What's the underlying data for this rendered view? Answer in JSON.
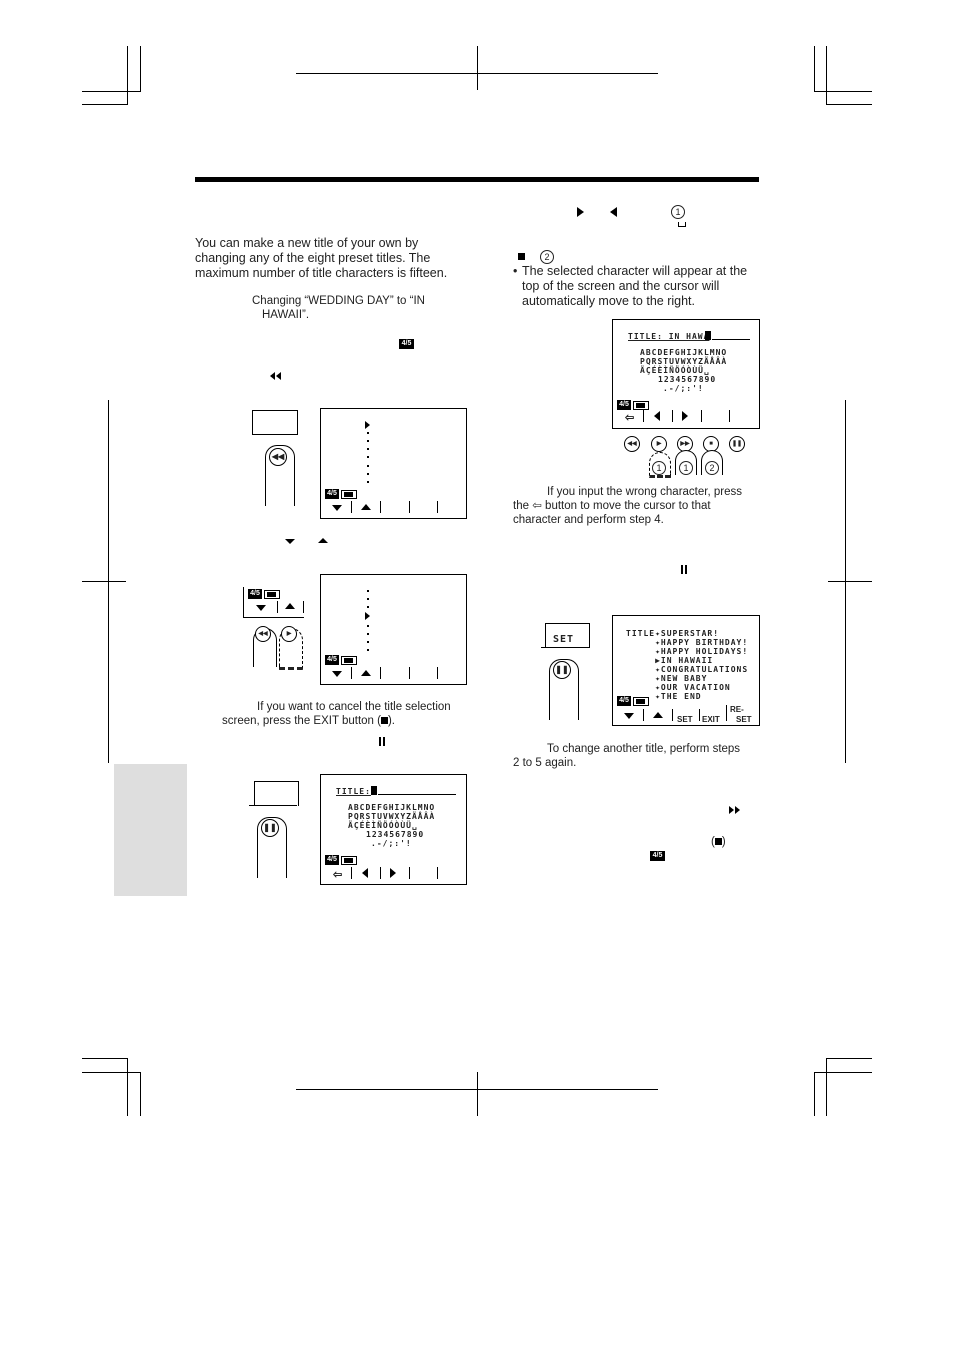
{
  "intro": {
    "line1": "You can make a new title of your own by",
    "line2": "changing any of the eight preset titles. The",
    "line3": "maximum number of title characters is fifteen."
  },
  "example": {
    "line1": "Changing “WEDDING DAY” to “IN",
    "line2": "HAWAII”."
  },
  "cancel_note": {
    "line1": "If you want to cancel the title selection",
    "line2": "screen, press the EXIT button (",
    "line2_end": ")."
  },
  "step4": {
    "bullet1": "The selected character will appear at the",
    "bullet2": "top of the screen and the cursor will",
    "bullet3": "automatically move to the right."
  },
  "wrong_note": {
    "line1": "If you input the wrong character, press",
    "line2a": "the",
    "line2b": "button to move the cursor to that",
    "line3": "character and perform step 4."
  },
  "again_note": {
    "line1": "To change another title, perform steps",
    "line2": "2 to 5 again."
  },
  "lcd": {
    "title_label": "TITLE:",
    "title_in_hawa": "TITLE: IN HAWA",
    "charset_row1": "ABCDEFGHIJKLMNO",
    "charset_row2": "PQRSTUVWXYZÄÅÂÀ",
    "charset_row3": "ÄÇÉÈÌÑÖÓÒÙÜ␣",
    "charset_row4": "1234567890",
    "charset_row5": ".-/;:'!",
    "title_list": [
      "TITLE✦SUPERSTAR!",
      "     ✦HAPPY BIRTHDAY!",
      "     ✦HAPPY HOLIDAYS!",
      "     ▶IN HAWAII",
      "     ✦CONGRATULATIONS",
      "     ✦NEW BABY",
      "     ✦OUR VACATION",
      "     ✦THE END"
    ],
    "soft_set": "SET",
    "soft_exit": "EXIT",
    "soft_re": "RE-",
    "soft_reset2": "SET",
    "tape_label": "4/5"
  },
  "button_labels": {
    "set": "SET"
  },
  "circled": {
    "one": "1",
    "two": "2"
  }
}
